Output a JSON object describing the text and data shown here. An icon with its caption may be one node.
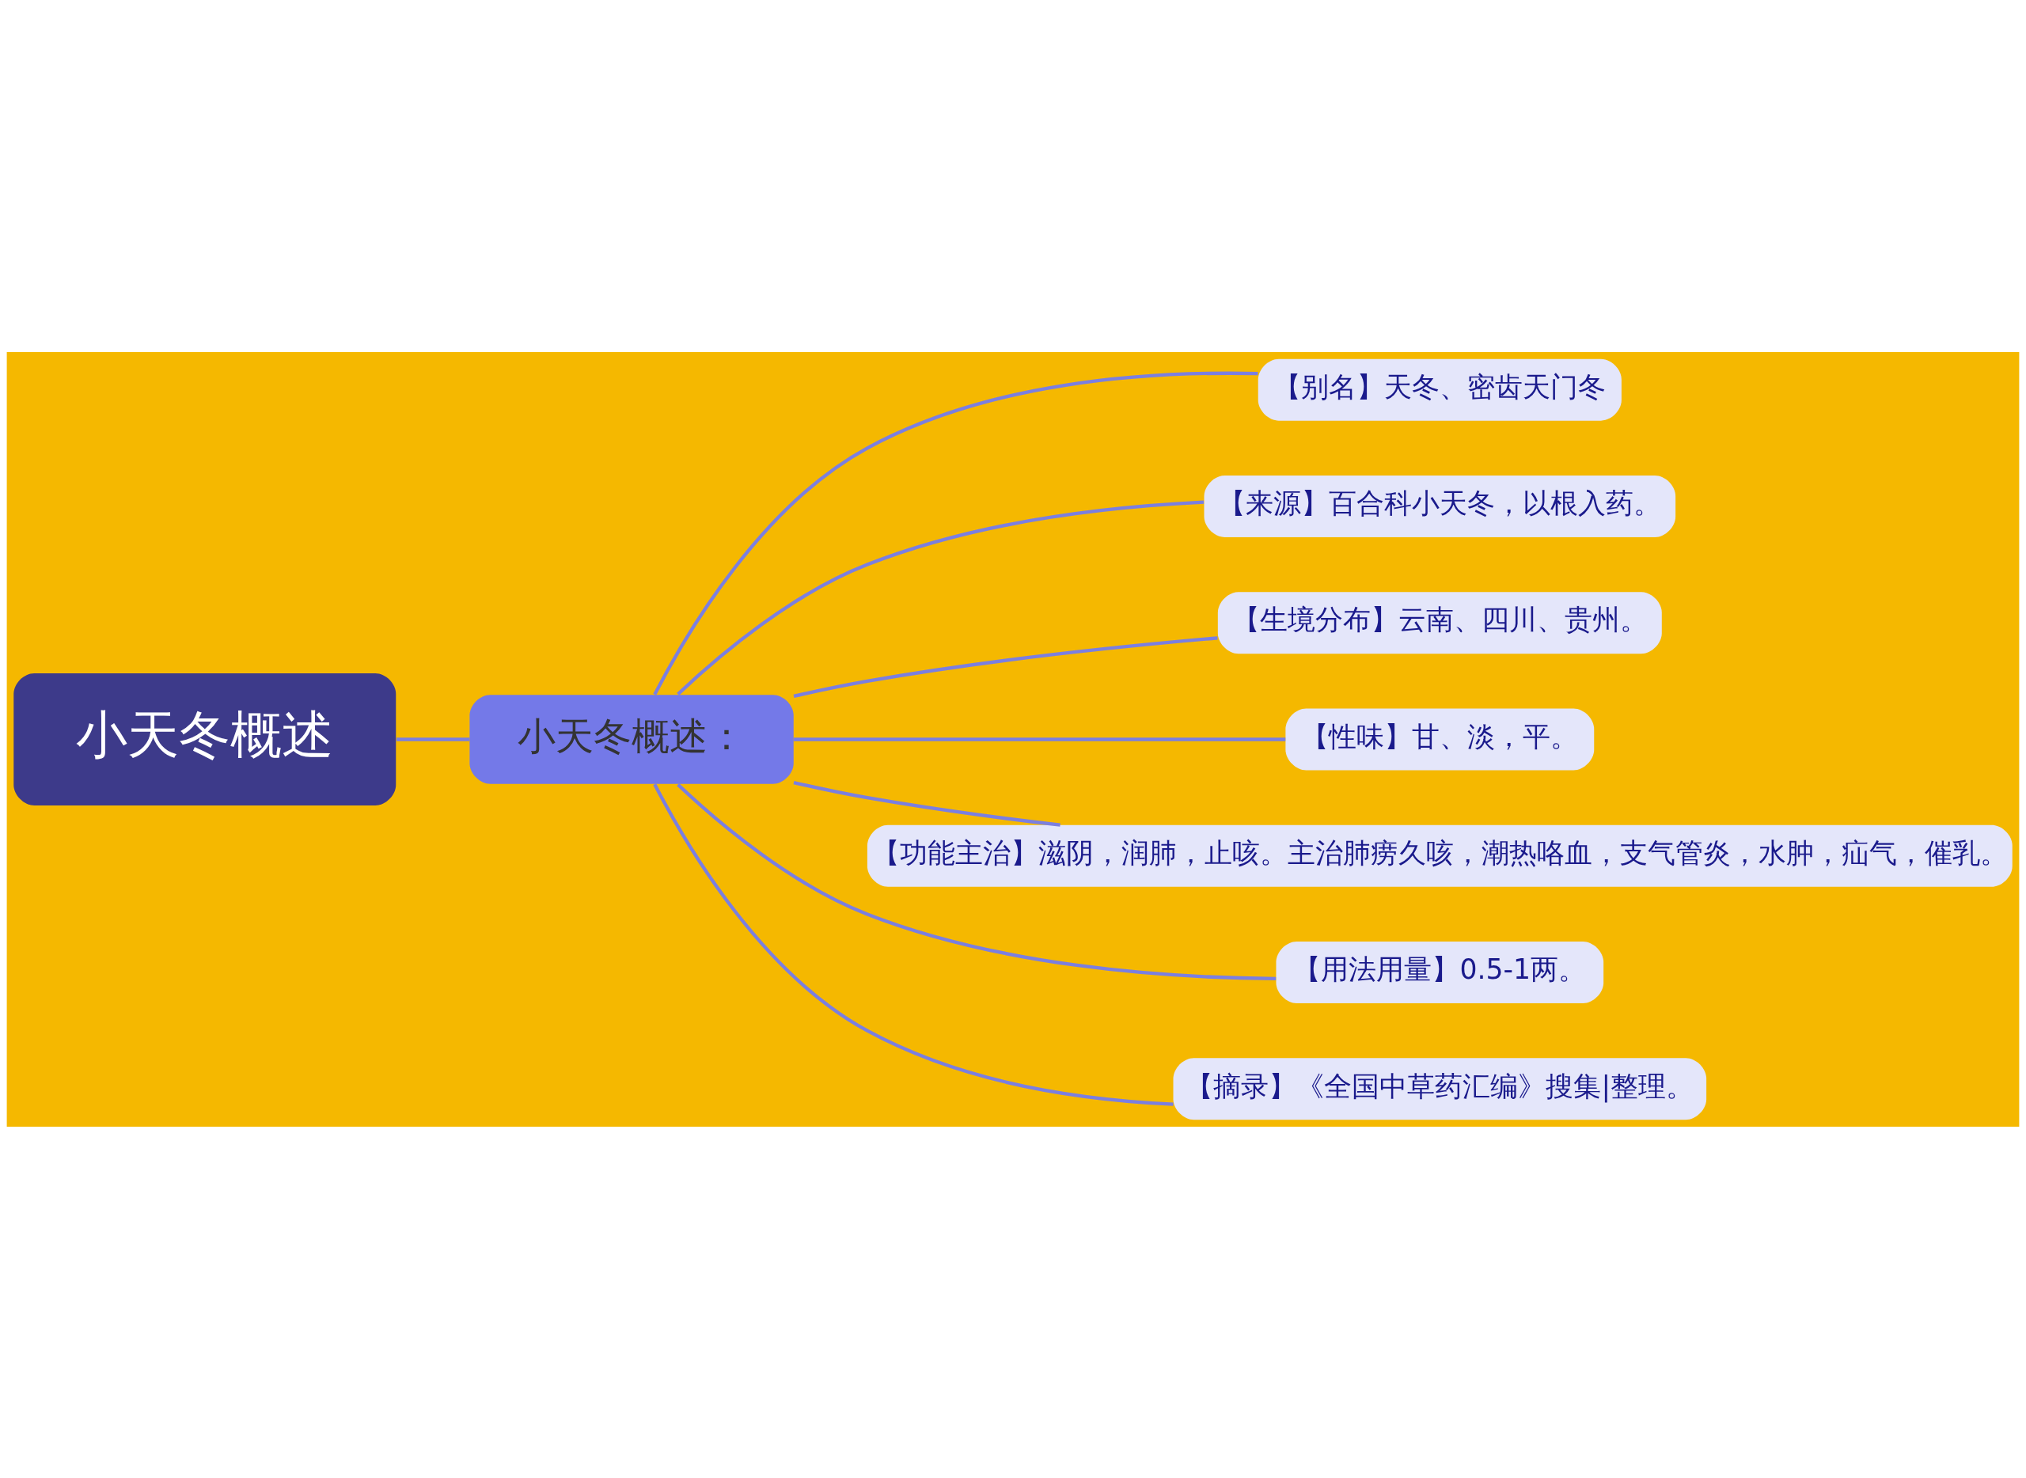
{
  "diagram": {
    "nodes": [
      {
        "text": [
          "小天冬概述"
        ]
      },
      {
        "text": [
          "小天冬概述："
        ]
      },
      {
        "text": [
          "【别名】天冬、密齿天门冬"
        ]
      },
      {
        "text": [
          "【来源】百合科小天冬，以根入药。"
        ]
      },
      {
        "text": [
          "【生境分布】云南、四川、贵州。"
        ]
      },
      {
        "text": [
          "【性味】甘、淡，平。"
        ]
      },
      {
        "text": [
          "【功能主治】滋阴，润肺，止咳。主治肺痨久咳，潮热咯血，支气管炎，水肿，疝气，催乳。"
        ]
      },
      {
        "text": [
          "【用法用量】0.5-1两。"
        ]
      },
      {
        "text": [
          "【摘录】《全国中草药汇编》搜集|整理。"
        ]
      }
    ],
    "edges": [
      {
        "from": 0,
        "to": 1,
        "arrow": "none"
      },
      {
        "from": 1,
        "to": 2,
        "arrow": "none"
      },
      {
        "from": 1,
        "to": 3,
        "arrow": "none"
      },
      {
        "from": 1,
        "to": 4,
        "arrow": "none"
      },
      {
        "from": 1,
        "to": 5,
        "arrow": "none"
      },
      {
        "from": 1,
        "to": 6,
        "arrow": "none"
      },
      {
        "from": 1,
        "to": 7,
        "arrow": "none"
      },
      {
        "from": 1,
        "to": 8,
        "arrow": "none"
      }
    ]
  }
}
